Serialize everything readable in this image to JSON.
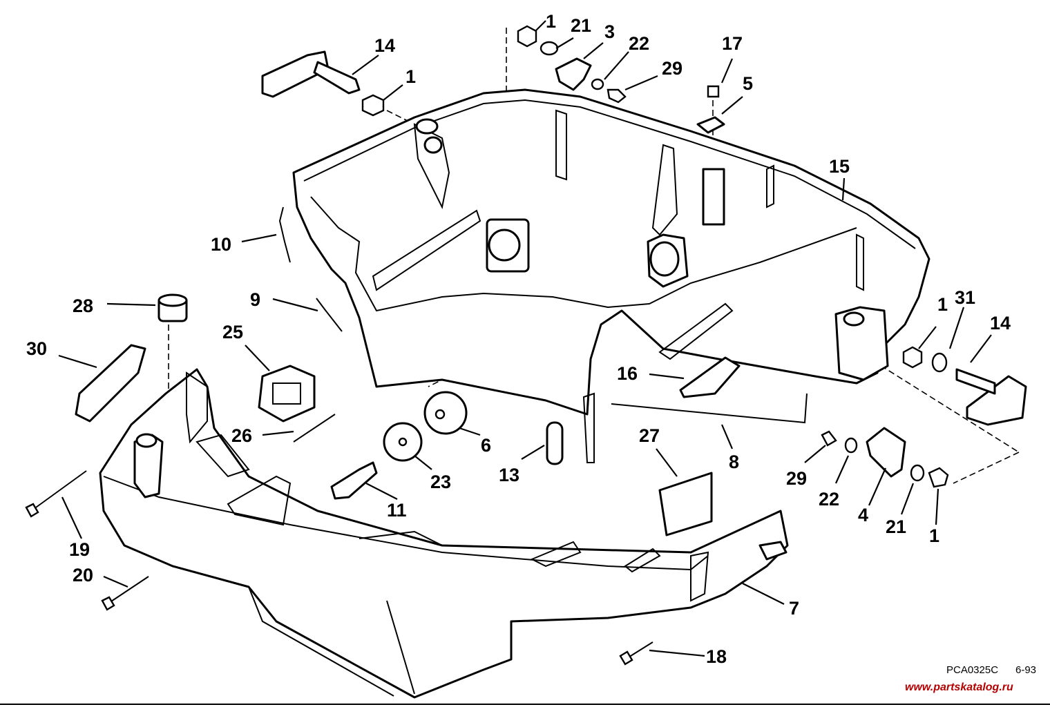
{
  "diagram": {
    "callouts": {
      "c1_top": "1",
      "c21_top": "21",
      "c3": "3",
      "c22_top": "22",
      "c29_top": "29",
      "c17": "17",
      "c5": "5",
      "c14_left": "14",
      "c1_left": "1",
      "c15": "15",
      "c10": "10",
      "c9": "9",
      "c28": "28",
      "c30": "30",
      "c25": "25",
      "c26": "26",
      "c6": "6",
      "c23": "23",
      "c11": "11",
      "c13": "13",
      "c16": "16",
      "c8": "8",
      "c27": "27",
      "c19": "19",
      "c20": "20",
      "c18": "18",
      "c7": "7",
      "c1_right": "1",
      "c31": "31",
      "c14_right": "14",
      "c29_right": "29",
      "c22_right": "22",
      "c4": "4",
      "c21_right": "21",
      "c1_bottom": "1"
    },
    "drawing_code": "PCA0325C",
    "drawing_date": "6-93",
    "watermark": "www.partskatalog.ru"
  }
}
